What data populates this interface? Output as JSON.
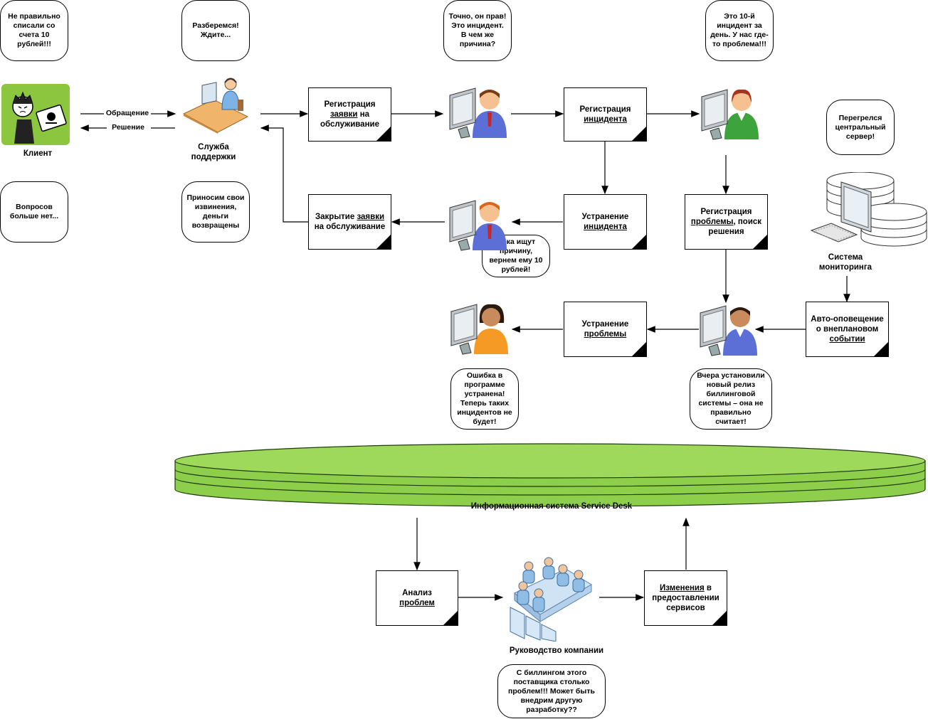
{
  "bubbles": {
    "client_complaint": "Не правильно списали со счета 10 рублей!!!",
    "support_reply": "Разберемся! Ждите...",
    "agent1_thought": "Точно, он прав! Это инцидент. В чем же причина?",
    "agent2_thought": "Это 10-й инцидент за день. У нас где-то проблема!!!",
    "server_note": "Перегрелся центральный сервер!",
    "client_done": "Вопросов больше нет...",
    "support_apology": "Приносим свои извинения, деньги возвращены",
    "agent_refund": "Пока ищут причину, вернем ему 10 рублей!",
    "fixed_note": "Ошибка в программе устранена! Теперь таких инцидентов не будет!",
    "release_note": "Вчера установили новый релиз биллинговой системы – она не правильно считает!",
    "management_note": "С биллингом этого поставщика столько проблем!!! Может быть внедрим другую разработку??"
  },
  "labels": {
    "client": "Клиент",
    "support_line1": "Служба",
    "support_line2": "поддержки",
    "monitoring_line1": "Система",
    "monitoring_line2": "мониторинга",
    "management": "Руководство компании",
    "appeal": "Обращение",
    "solution": "Решение",
    "service_desk": "Информационная система Service Desk"
  },
  "boxes": {
    "req_reg": {
      "a": "Регистрация",
      "u": "заявки",
      "b": " на обслуживание"
    },
    "inc_reg": {
      "a": "Регистрация",
      "u": "инцидента",
      "b": ""
    },
    "inc_fix": {
      "a": "Устранение",
      "u": "инцидента",
      "b": ""
    },
    "req_close": {
      "a": "Закрытие",
      "u": "заявки",
      "b": " на обслуживание"
    },
    "prob_reg": {
      "a": "Регистрация",
      "u": "проблемы",
      "b": ", поиск решения"
    },
    "prob_fix": {
      "a": "Устранение",
      "u": "проблемы",
      "b": ""
    },
    "auto_alert": {
      "a": "Авто-оповещение о внеплановом",
      "u": "событии",
      "b": ""
    },
    "prob_analysis": {
      "a": "Анализ",
      "u": "проблем",
      "b": ""
    },
    "changes": {
      "a": "",
      "u": "Изменения",
      "b": " в предоставлении сервисов"
    }
  },
  "colors": {
    "disk_green": "#8dcf4a",
    "client_tile": "#8cc63f",
    "person_blue": "#5b6fd6",
    "person_green": "#3da33d",
    "person_orange": "#f59a24",
    "hair_brown": "#7a3b12"
  }
}
